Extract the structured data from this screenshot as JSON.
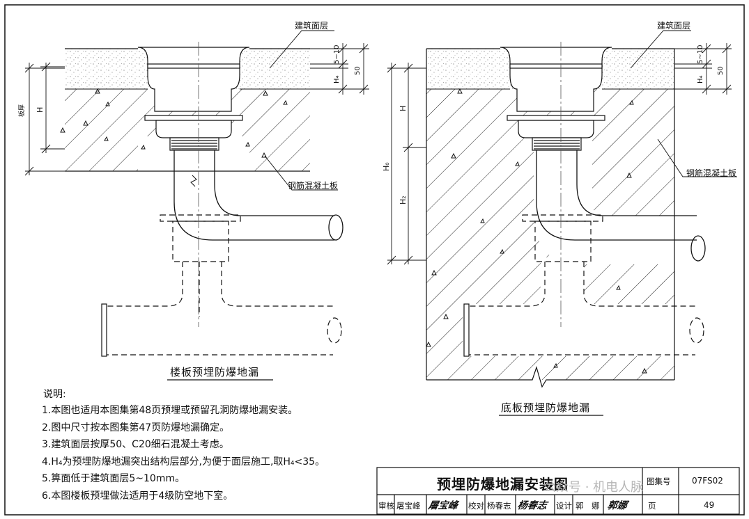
{
  "left_detail": {
    "caption": "楼板预埋防爆地漏",
    "labels": {
      "finish_layer": "建筑面层",
      "slab": "钢筋混凝土板",
      "slab_thickness": "板厚",
      "h": "H",
      "h4": "H₄",
      "gap": "5~10",
      "dim50": "50"
    }
  },
  "right_detail": {
    "caption": "底板预埋防爆地漏",
    "labels": {
      "finish_layer": "建筑面层",
      "slab": "钢筋混凝土板",
      "h": "H",
      "h0": "H₀",
      "h2": "H₂",
      "h4": "H₄",
      "gap": "5~10",
      "dim50": "50"
    }
  },
  "notes": {
    "heading": "说明:",
    "items": [
      "1.本图也适用本图集第48页预埋或预留孔洞防爆地漏安装。",
      "2.图中尺寸按本图集第47页防爆地漏确定。",
      "3.建筑面层按厚50、C20细石混凝土考虑。",
      "4.H₄为预埋防爆地漏突出结构层部分,为便于面层施工,取H₄<35。",
      "5.箅面低于建筑面层5~10mm。",
      "6.本图楼板预埋做法适用于4级防空地下室。"
    ]
  },
  "title_block": {
    "title": "预埋防爆地漏安装图",
    "atlas_label": "图集号",
    "atlas_no": "07FS02",
    "page_label": "页",
    "page_no": "49",
    "review_label": "审核",
    "reviewer": "屠宝峰",
    "reviewer_sig": "屠宝峰",
    "check_label": "校对",
    "checker": "杨春志",
    "checker_sig": "杨春志",
    "design_label": "设计",
    "designer": "郭　娜",
    "designer_sig": "郭娜"
  },
  "watermark": "公众号 · 机电人脉"
}
